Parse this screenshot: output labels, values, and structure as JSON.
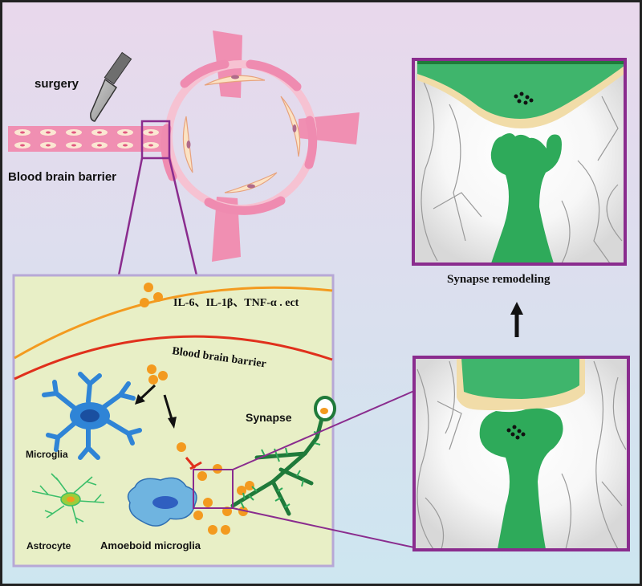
{
  "labels": {
    "surgery": "surgery",
    "bbb_top": "Blood brain barrier",
    "cytokines": "IL-6、IL-1β、TNF-α . ect",
    "bbb_inset": "Blood brain barrier",
    "synapse": "Synapse",
    "microglia": "Microglia",
    "astrocyte": "Astrocyte",
    "amoeboid": "Amoeboid  microglia",
    "synapse_remodeling": "Synapse remodeling"
  },
  "colors": {
    "bg_top": "#e9d8ec",
    "bg_bottom": "#cde6f0",
    "vessel_pink": "#ef8bb0",
    "vessel_light": "#f6c2d2",
    "cell_cream": "#fbe3c4",
    "inset_fill": "#e8efc6",
    "purple": "#8a2c8e",
    "lavender": "#b7a8d6",
    "orange": "#f39a1f",
    "red": "#e0301c",
    "microglia_blue": "#2f84d6",
    "amoeboid_blue": "#6fb4e0",
    "green_dark": "#1f7a3a",
    "green": "#2eaa5a",
    "green_mid": "#3bbf6a",
    "tan": "#f1dca8"
  }
}
